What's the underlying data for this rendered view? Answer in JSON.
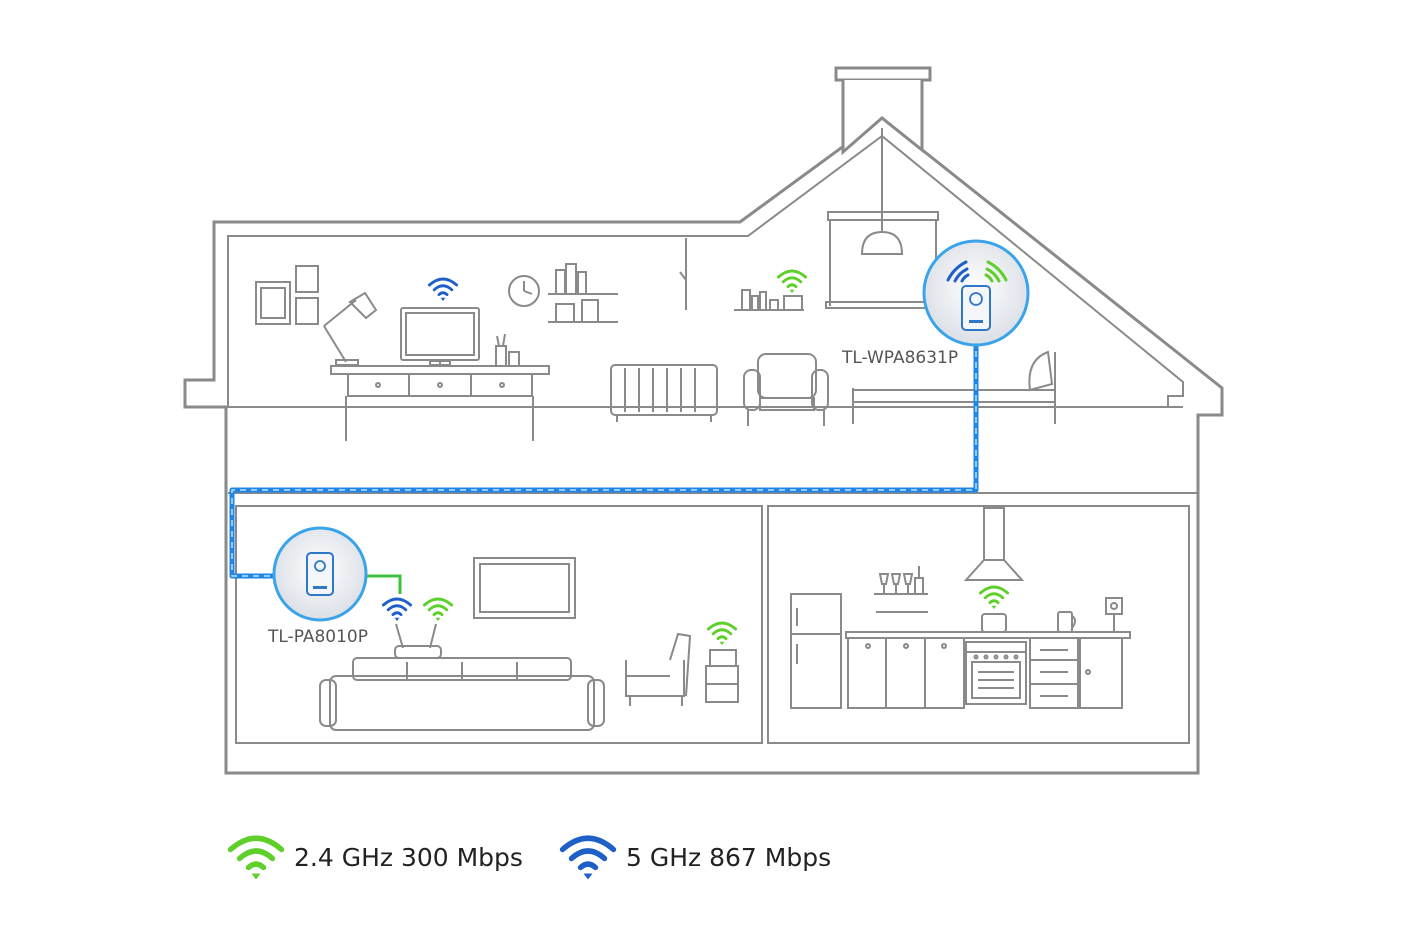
{
  "devices": {
    "upstairs_extender": "TL-WPA8631P",
    "downstairs_adapter": "TL-PA8010P"
  },
  "legend": [
    {
      "label": "2.4 GHz 300 Mbps",
      "color": "#5fcf2a",
      "icon": "wifi-icon"
    },
    {
      "label": "5 GHz 867 Mbps",
      "color": "#1f5fc8",
      "icon": "wifi-icon"
    }
  ],
  "colors": {
    "line": "#8a8a8a",
    "powerline": "#1f86e8",
    "ethernet": "#3ec13e",
    "band_2_4": "#5fcf2a",
    "band_5": "#1f5fc8"
  }
}
